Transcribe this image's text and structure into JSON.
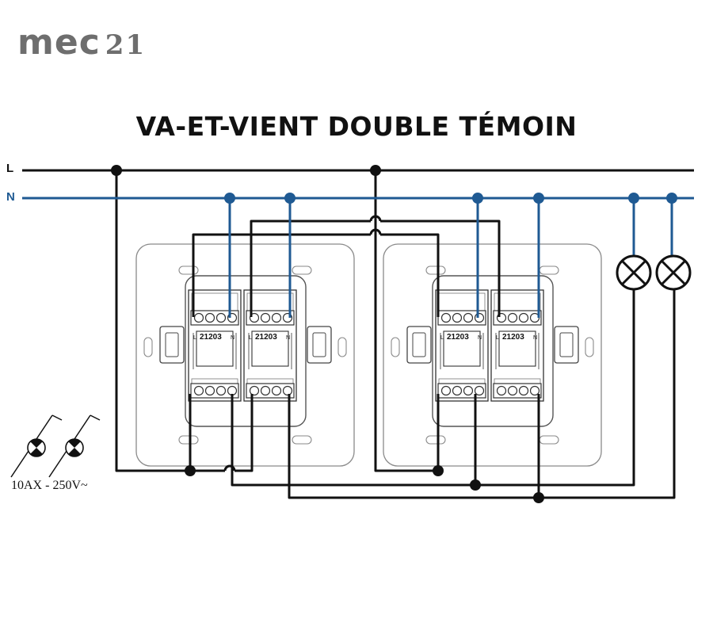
{
  "brand": {
    "name": "mec",
    "series": "21"
  },
  "title": "VA-ET-VIENT DOUBLE TÉMOIN",
  "lines": {
    "live": "L",
    "neutral": "N"
  },
  "colors": {
    "live": "#111111",
    "neutral": "#1f5a93",
    "plate": "#777777"
  },
  "modules": [
    {
      "code": "21203",
      "l": "L",
      "n": "N"
    },
    {
      "code": "21203",
      "l": "L",
      "n": "N"
    },
    {
      "code": "21203",
      "l": "L",
      "n": "N"
    },
    {
      "code": "21203",
      "l": "L",
      "n": "N"
    }
  ],
  "rating": "10AX - 250V~",
  "icons": {
    "lamp": "lamp-icon",
    "switch": "switch-symbol-icon"
  }
}
